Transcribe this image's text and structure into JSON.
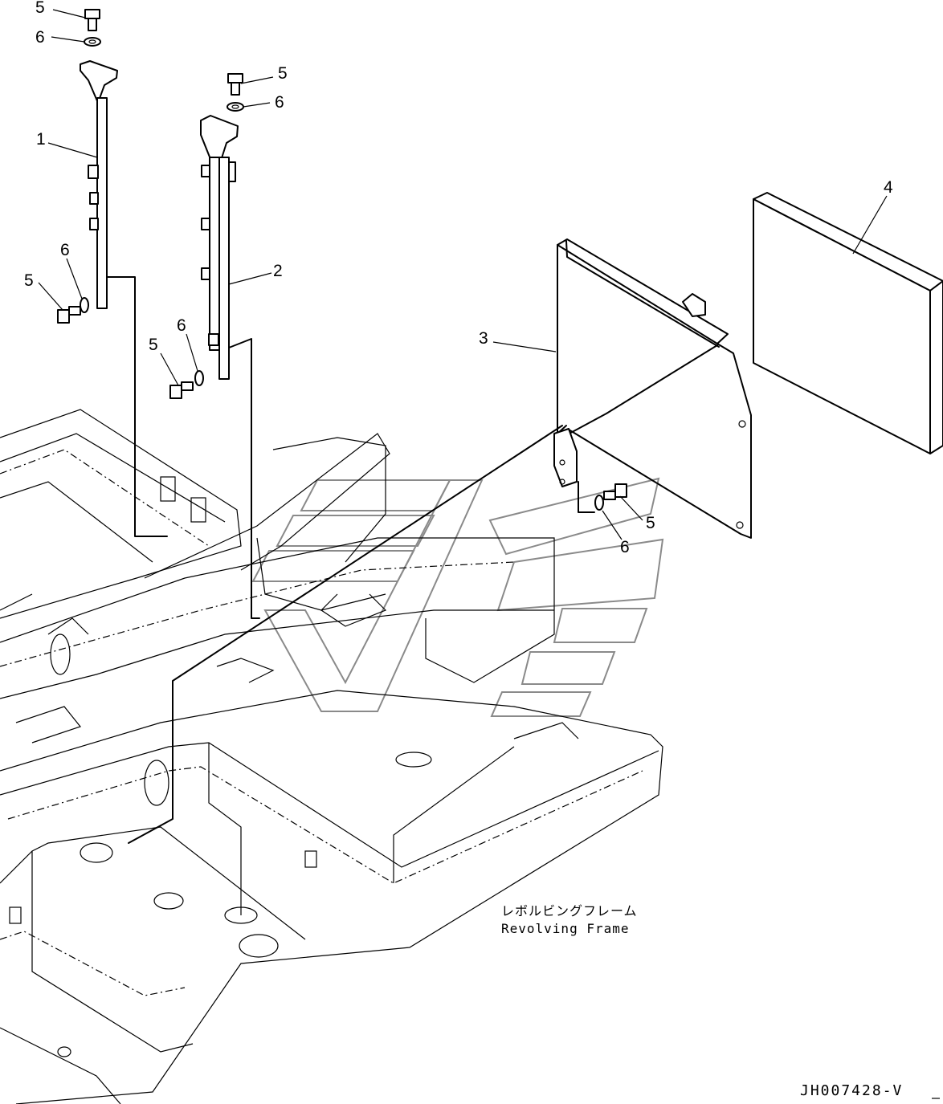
{
  "callouts": {
    "c5_top": "5",
    "c6_top": "6",
    "c1": "1",
    "c6_left": "6",
    "c5_left": "5",
    "c5_mid": "5",
    "c6_mid": "6",
    "c2": "2",
    "c6_low": "6",
    "c5_low": "5",
    "c3": "3",
    "c4": "4",
    "c5_right": "5",
    "c6_right": "6"
  },
  "frame_label": {
    "japanese": "レボルビングフレーム",
    "english": "Revolving Frame"
  },
  "drawing_code": "JH007428-V"
}
